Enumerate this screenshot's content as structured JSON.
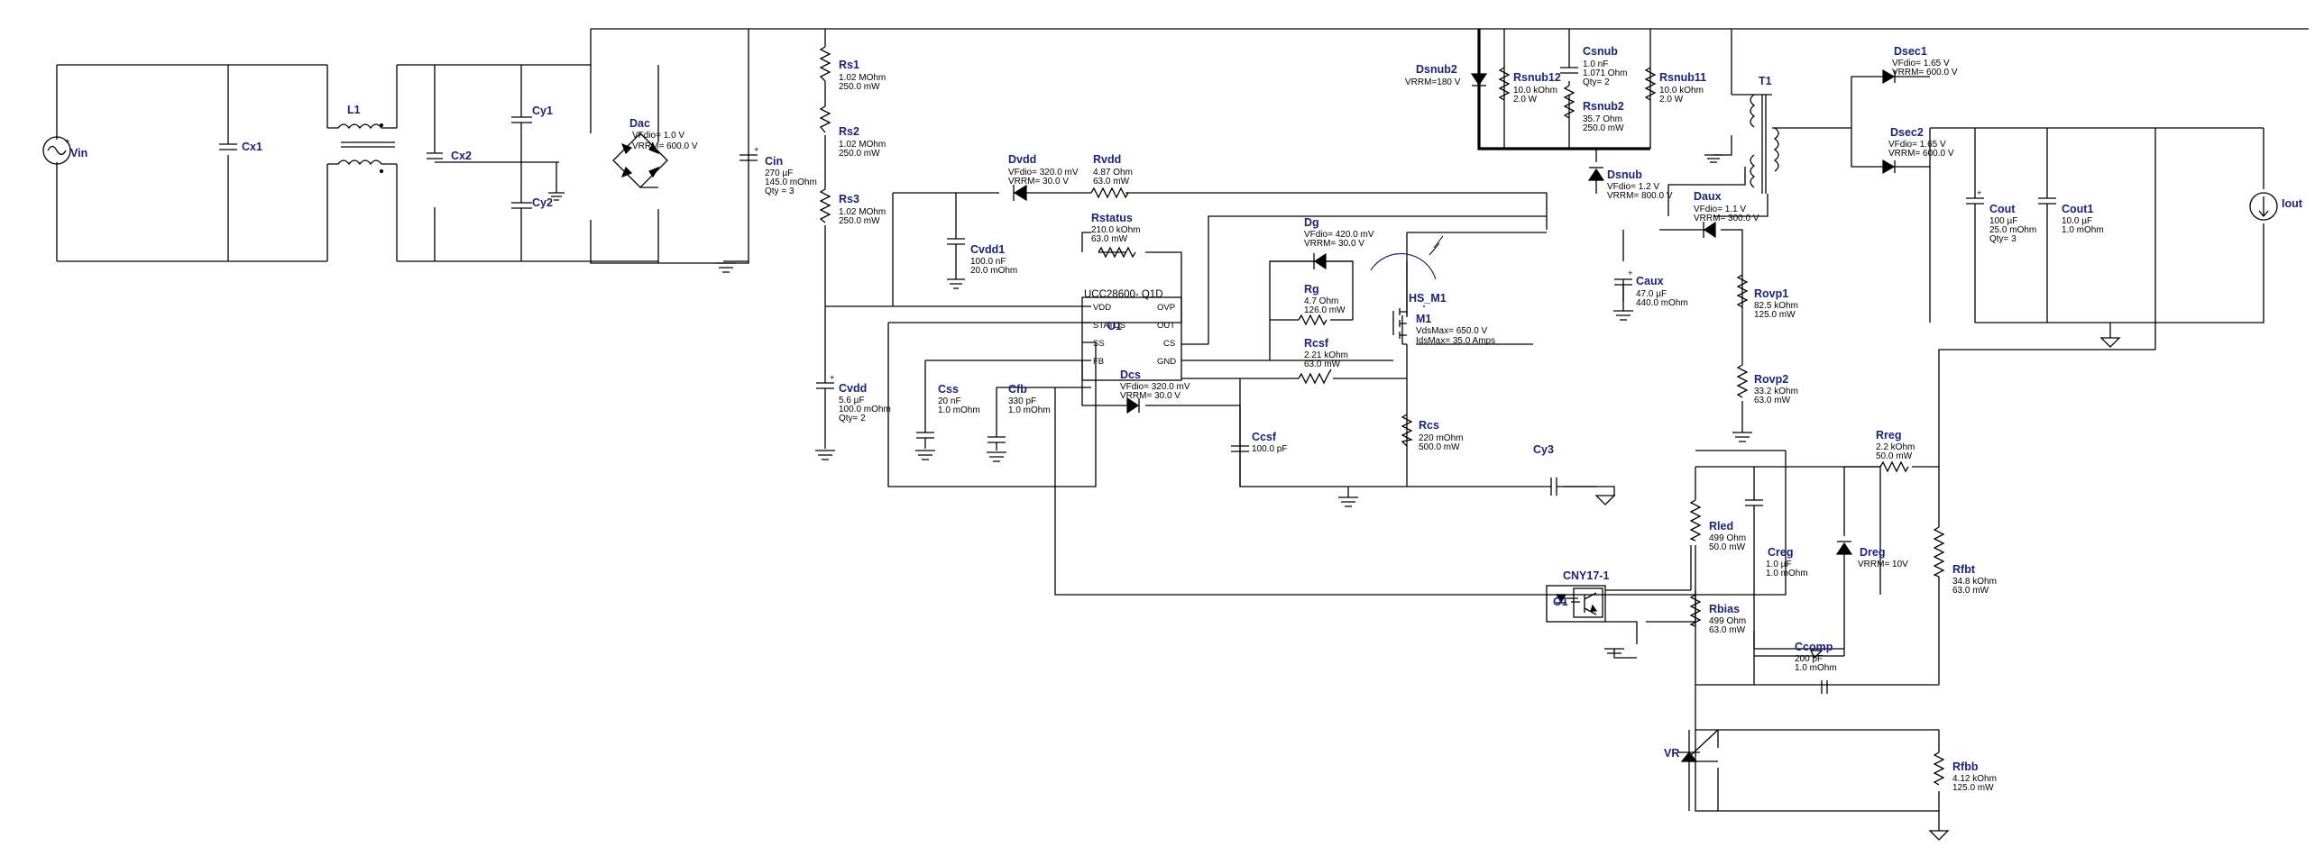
{
  "components": {
    "vin": {
      "name": "Vin"
    },
    "cx1": {
      "name": "Cx1"
    },
    "l1": {
      "name": "L1"
    },
    "cx2": {
      "name": "Cx2"
    },
    "cy1": {
      "name": "Cy1"
    },
    "cy2": {
      "name": "Cy2"
    },
    "dac": {
      "name": "Dac",
      "p1": "VFdio= 1.0 V",
      "p2": "VRRM= 600.0 V"
    },
    "cin": {
      "name": "Cin",
      "p1": "270 µF",
      "p2": "145.0 mOhm",
      "p3": "Qty = 3"
    },
    "rs1": {
      "name": "Rs1",
      "p1": "1.02 MOhm",
      "p2": "250.0 mW"
    },
    "rs2": {
      "name": "Rs2",
      "p1": "1.02 MOhm",
      "p2": "250.0 mW"
    },
    "rs3": {
      "name": "Rs3",
      "p1": "1.02 MOhm",
      "p2": "250.0 mW"
    },
    "dvdd": {
      "name": "Dvdd",
      "p1": "VFdio= 320.0 mV",
      "p2": "VRRM= 30.0 V"
    },
    "rvdd": {
      "name": "Rvdd",
      "p1": "4.87 Ohm",
      "p2": "63.0 mW"
    },
    "cvdd1": {
      "name": "Cvdd1",
      "p1": "100.0 nF",
      "p2": "20.0 mOhm"
    },
    "rstatus": {
      "name": "Rstatus",
      "p1": "210.0 kOhm",
      "p2": "63.0 mW"
    },
    "cvdd": {
      "name": "Cvdd",
      "p1": "5.6 µF",
      "p2": "100.0 mOhm",
      "p3": "Qty= 2"
    },
    "css": {
      "name": "Css",
      "p1": "20 nF",
      "p2": "1.0 mOhm"
    },
    "cfb": {
      "name": "Cfb",
      "p1": "330 pF",
      "p2": "1.0 mOhm"
    },
    "u1": {
      "name": "U1",
      "part": "UCC28600- Q1D",
      "pins_left": [
        "VDD",
        "STATUS",
        "SS",
        "FB"
      ],
      "pins_right": [
        "OVP",
        "OUT",
        "CS",
        "GND"
      ]
    },
    "dcs": {
      "name": "Dcs",
      "p1": "VFdio= 320.0 mV",
      "p2": "VRRM= 30.0 V"
    },
    "ccsf": {
      "name": "Ccsf",
      "p1": "100.0 pF"
    },
    "dg": {
      "name": "Dg",
      "p1": "VFdio= 420.0 mV",
      "p2": "VRRM= 30.0 V"
    },
    "rg": {
      "name": "Rg",
      "p1": "4.7 Ohm",
      "p2": "126.0 mW"
    },
    "rcsf": {
      "name": "Rcsf",
      "p1": "2.21 kOhm",
      "p2": "63.0 mW"
    },
    "hsm1": {
      "name": "HS_M1"
    },
    "m1": {
      "name": "M1",
      "p1": "VdsMax= 650.0 V",
      "p2": "IdsMax= 35.0 Amps"
    },
    "rcs": {
      "name": "Rcs",
      "p1": "220 mOhm",
      "p2": "500.0 mW"
    },
    "cy3": {
      "name": "Cy3"
    },
    "dsnub2": {
      "name": "Dsnub2",
      "p1": "VRRM=180 V"
    },
    "rsnub12": {
      "name": "Rsnub12",
      "p1": "10.0 kOhm",
      "p2": "2.0 W"
    },
    "csnub": {
      "name": "Csnub",
      "p1": "1.0 nF",
      "p2": "1.071 Ohm",
      "p3": "Qty= 2"
    },
    "rsnub2": {
      "name": "Rsnub2",
      "p1": "35.7 Ohm",
      "p2": "250.0 mW"
    },
    "rsnub11": {
      "name": "Rsnub11",
      "p1": "10.0 kOhm",
      "p2": "2.0 W"
    },
    "dsnub": {
      "name": "Dsnub",
      "p1": "VFdio= 1.2 V",
      "p2": "VRRM= 800.0 V"
    },
    "t1": {
      "name": "T1"
    },
    "daux": {
      "name": "Daux",
      "p1": "VFdio= 1.1 V",
      "p2": "VRRM= 300.0 V"
    },
    "caux": {
      "name": "Caux",
      "p1": "47.0 µF",
      "p2": "440.0 mOhm"
    },
    "rovp1": {
      "name": "Rovp1",
      "p1": "82.5 kOhm",
      "p2": "125.0 mW"
    },
    "rovp2": {
      "name": "Rovp2",
      "p1": "33.2 kOhm",
      "p2": "63.0 mW"
    },
    "dsec1": {
      "name": "Dsec1",
      "p1": "VFdio= 1.65 V",
      "p2": "VRRM= 600.0 V"
    },
    "dsec2": {
      "name": "Dsec2",
      "p1": "VFdio= 1.65 V",
      "p2": "VRRM= 600.0 V"
    },
    "cout": {
      "name": "Cout",
      "p1": "100 µF",
      "p2": "25.0 mOhm",
      "p3": "Qty= 3"
    },
    "cout1": {
      "name": "Cout1",
      "p1": "10.0 µF",
      "p2": "1.0 mOhm"
    },
    "iout": {
      "name": "Iout"
    },
    "rreg": {
      "name": "Rreg",
      "p1": "2.2 kOhm",
      "p2": "50.0 mW"
    },
    "rled": {
      "name": "Rled",
      "p1": "499 Ohm",
      "p2": "50.0 mW"
    },
    "creg": {
      "name": "Creg",
      "p1": "1.0 µF",
      "p2": "1.0 mOhm"
    },
    "dreg": {
      "name": "Dreg",
      "p1": "VRRM= 10V"
    },
    "rfbt": {
      "name": "Rfbt",
      "p1": "34.8 kOhm",
      "p2": "63.0 mW"
    },
    "cny": {
      "name": "CNY17-1"
    },
    "o1": {
      "name": "O1"
    },
    "rbias": {
      "name": "Rbias",
      "p1": "499 Ohm",
      "p2": "63.0 mW"
    },
    "ccomp": {
      "name": "Ccomp",
      "p1": "200 pF",
      "p2": "1.0 mOhm"
    },
    "vr": {
      "name": "VR"
    },
    "rfbb": {
      "name": "Rfbb",
      "p1": "4.12 kOhm",
      "p2": "125.0 mW"
    }
  }
}
